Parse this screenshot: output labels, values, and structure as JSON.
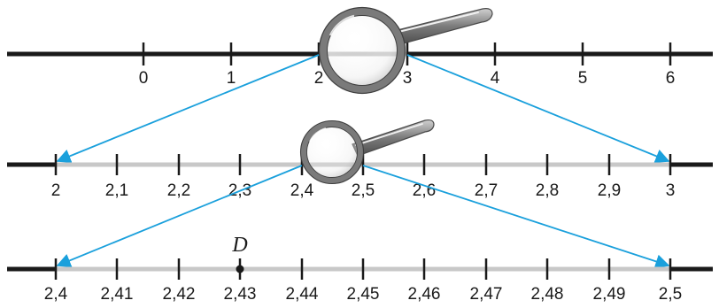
{
  "diagram": {
    "number_lines": [
      {
        "id": "line-1",
        "labels": [
          "0",
          "1",
          "2",
          "3",
          "4",
          "5",
          "6"
        ],
        "highlight_range": [
          "2",
          "3"
        ]
      },
      {
        "id": "line-2",
        "labels": [
          "2",
          "2,1",
          "2,2",
          "2,3",
          "2,4",
          "2,5",
          "2,6",
          "2,7",
          "2,8",
          "2,9",
          "3"
        ],
        "highlight_range": [
          "2,4",
          "2,5"
        ]
      },
      {
        "id": "line-3",
        "labels": [
          "2,4",
          "2,41",
          "2,42",
          "2,43",
          "2,44",
          "2,45",
          "2,46",
          "2,47",
          "2,48",
          "2,49",
          "2,5"
        ],
        "point": {
          "label": "D",
          "value": "2,43"
        }
      }
    ],
    "colors": {
      "axis": "#1a1a1a",
      "highlight": "#c8c8c8",
      "arrow": "#1aa0dc",
      "lens_rim": "#7a7a7a",
      "handle": "#6e6e6e"
    }
  }
}
